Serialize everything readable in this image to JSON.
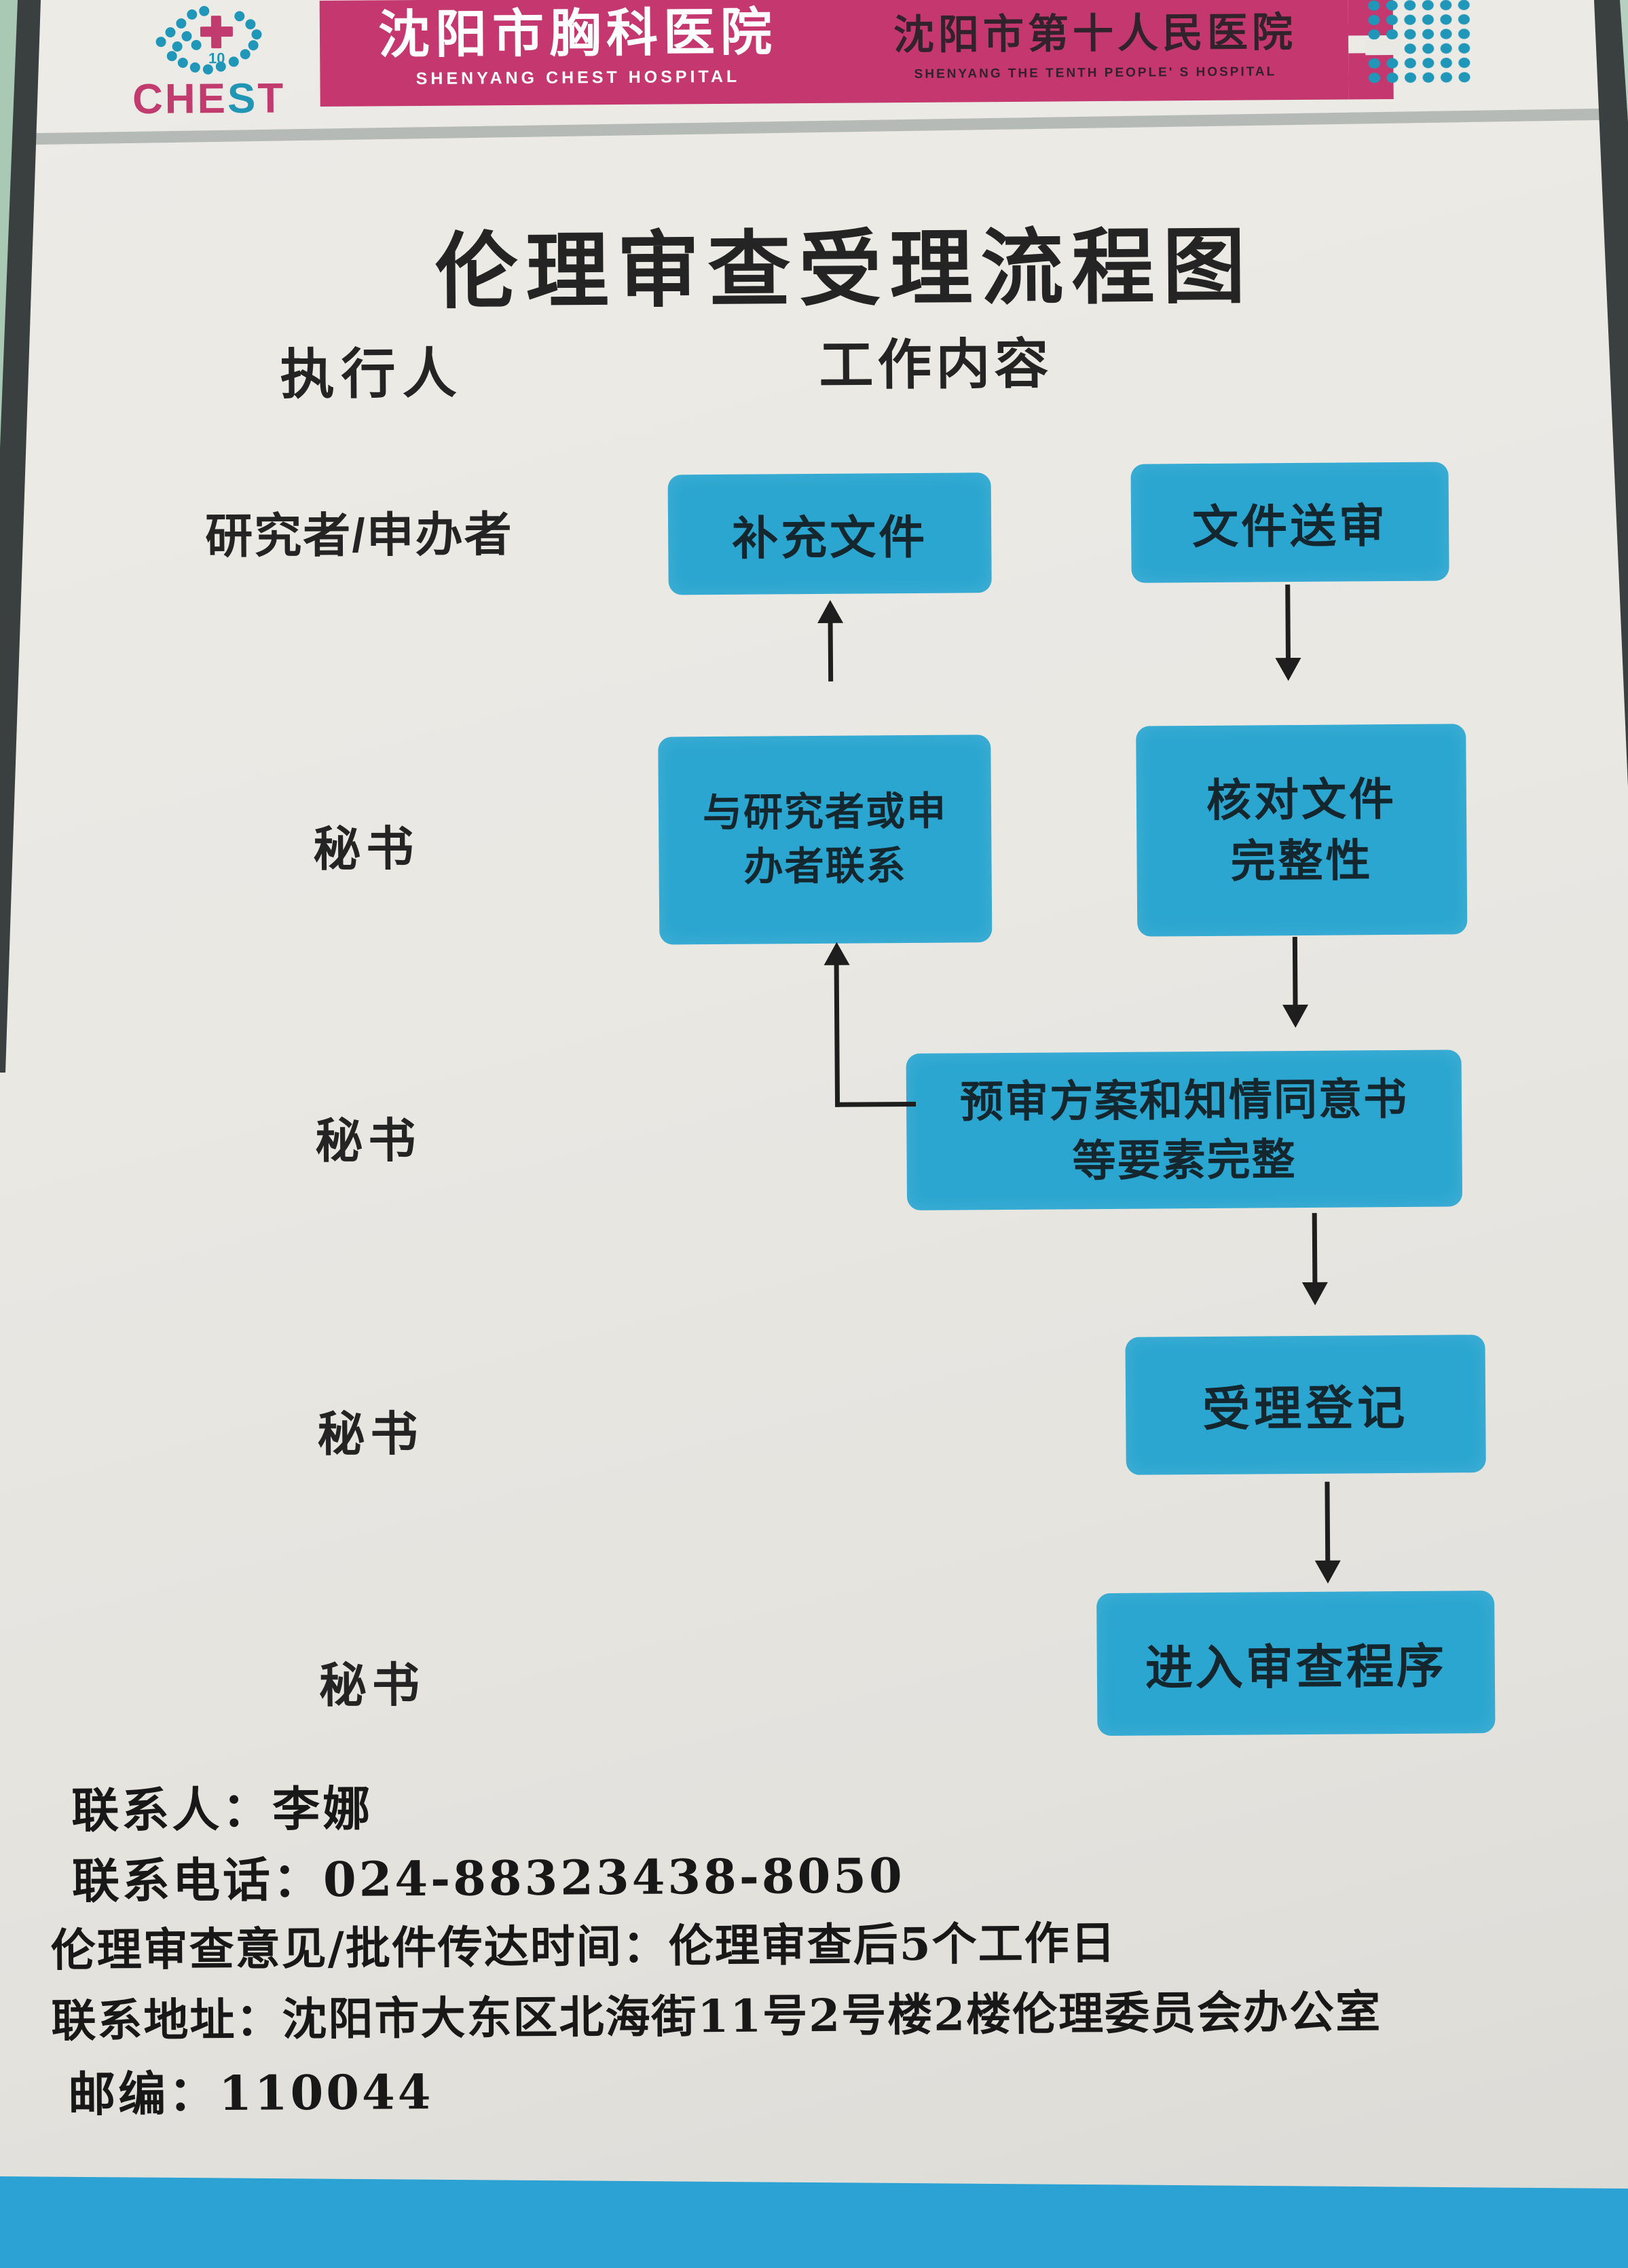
{
  "colors": {
    "banner_pink": "#c4386f",
    "box_teal": "#2ba6d0",
    "logo_teal": "#2097b8",
    "logo_pink": "#c23b6e",
    "paper": "#e9e7e2",
    "wall_green": "#a9c9b5",
    "frame_dark": "#3a403f",
    "floor_blue": "#2ba2d3",
    "divider_gray": "#b6bab6",
    "ink": "#1e1e1e"
  },
  "header": {
    "logo": {
      "brand_che": "CHE",
      "brand_s": "S",
      "brand_t": "T",
      "badge": "10"
    },
    "banner": {
      "hospital_primary_cn": "沈阳市胸科医院",
      "hospital_primary_en": "SHENYANG CHEST HOSPITAL",
      "hospital_secondary_cn": "沈阳市第十人民医院",
      "hospital_secondary_en": "SHENYANG THE TENTH PEOPLE' S HOSPITAL"
    }
  },
  "poster": {
    "title": "伦理审查受理流程图",
    "columns": {
      "executor": "执行人",
      "work": "工作内容"
    },
    "rows": [
      {
        "role": "研究者/申办者"
      },
      {
        "role": "秘书"
      },
      {
        "role": "秘书"
      },
      {
        "role": "秘书"
      },
      {
        "role": "秘书"
      }
    ],
    "boxes": [
      {
        "id": "supplement-documents",
        "label": "补充文件",
        "lines": [
          "补充文件"
        ]
      },
      {
        "id": "submit-documents",
        "label": "文件送审",
        "lines": [
          "文件送审"
        ]
      },
      {
        "id": "contact-researcher",
        "label": "与研究者或申办者联系",
        "lines": [
          "与研究者或申",
          "办者联系"
        ]
      },
      {
        "id": "check-completeness",
        "label": "核对文件完整性",
        "lines": [
          "核对文件",
          "完整性"
        ]
      },
      {
        "id": "pre-review",
        "label": "预审方案和知情同意书等要素完整",
        "lines": [
          "预审方案和知情同意书",
          "等要素完整"
        ]
      },
      {
        "id": "acceptance-registration",
        "label": "受理登记",
        "lines": [
          "受理登记"
        ]
      },
      {
        "id": "enter-review",
        "label": "进入审查程序",
        "lines": [
          "进入审查程序"
        ]
      }
    ],
    "edges": [
      {
        "from": "contact-researcher",
        "to": "supplement-documents",
        "direction": "up"
      },
      {
        "from": "submit-documents",
        "to": "check-completeness",
        "direction": "down"
      },
      {
        "from": "check-completeness",
        "to": "pre-review",
        "direction": "down"
      },
      {
        "from": "pre-review",
        "to": "contact-researcher",
        "direction": "left-then-up"
      },
      {
        "from": "pre-review",
        "to": "acceptance-registration",
        "direction": "down"
      },
      {
        "from": "acceptance-registration",
        "to": "enter-review",
        "direction": "down"
      }
    ]
  },
  "footer": {
    "contact_person": "联系人：李娜",
    "contact_phone": "联系电话：024-88323438-8050",
    "delivery_time": "伦理审查意见/批件传达时间：伦理审查后5个工作日",
    "address": "联系地址：沈阳市大东区北海街11号2号楼2楼伦理委员会办公室",
    "postcode": "邮编：110044"
  }
}
